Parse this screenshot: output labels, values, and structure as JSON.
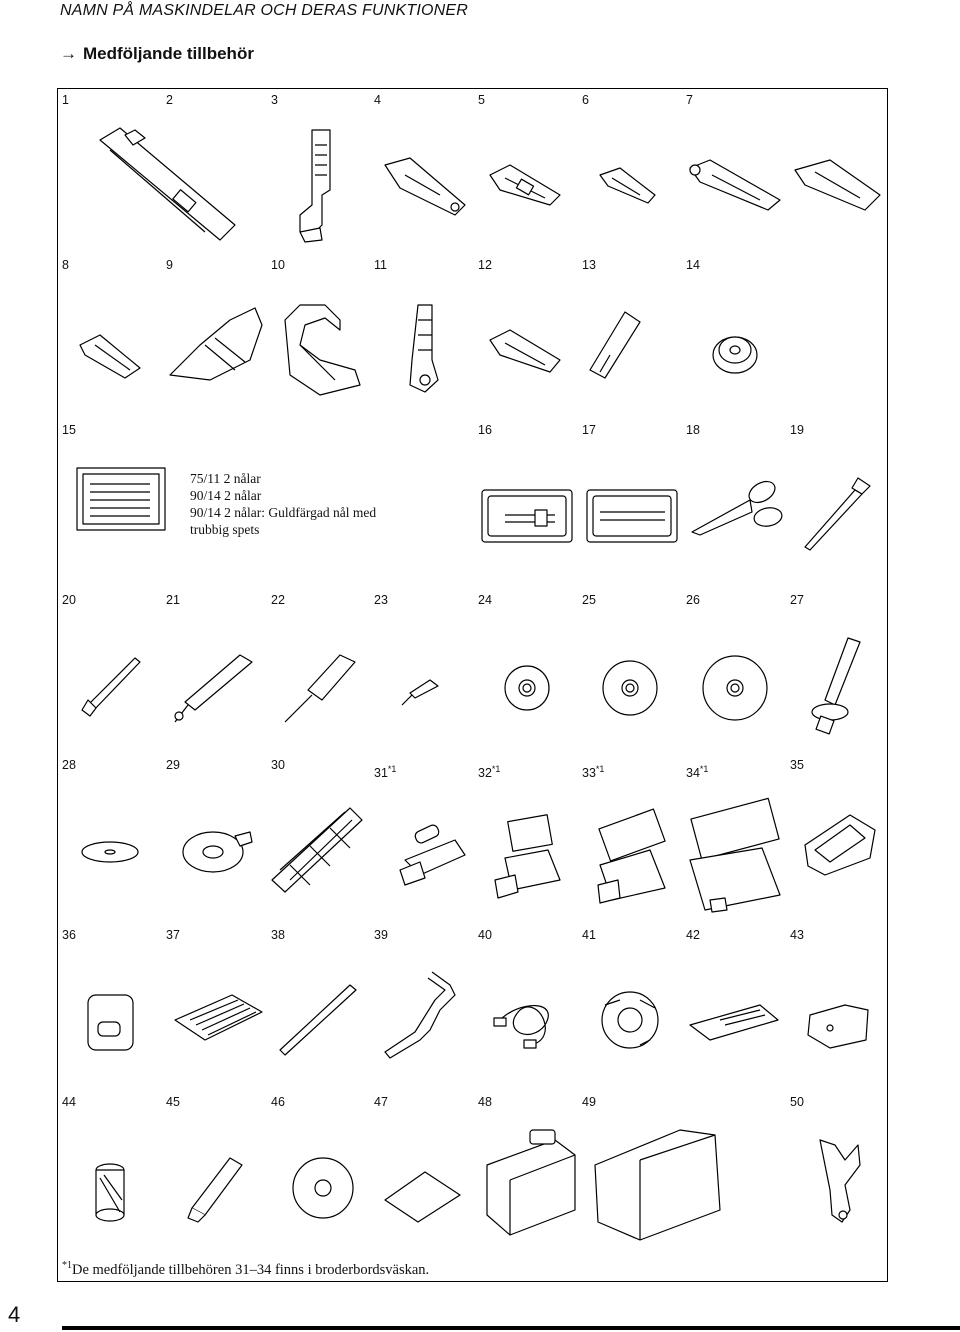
{
  "header": {
    "running_title": "NAMN PÅ MASKINDELAR OCH DERAS FUNKTIONER"
  },
  "section": {
    "arrow": "→",
    "title": "Medföljande tillbehör"
  },
  "needles_text": [
    "75/11 2 nålar",
    "90/14 2 nålar",
    "90/14 2 nålar: Guldfärgad nål med",
    "trubbig spets"
  ],
  "footnote": {
    "mark": "*1",
    "text": "De medföljande tillbehören 31–34 finns i broderbordsväskan."
  },
  "page_number": "4",
  "items": [
    {
      "n": "1"
    },
    {
      "n": "2"
    },
    {
      "n": "3"
    },
    {
      "n": "4"
    },
    {
      "n": "5"
    },
    {
      "n": "6"
    },
    {
      "n": "7"
    },
    {
      "n": "8"
    },
    {
      "n": "9"
    },
    {
      "n": "10"
    },
    {
      "n": "11"
    },
    {
      "n": "12"
    },
    {
      "n": "13"
    },
    {
      "n": "14"
    },
    {
      "n": "15"
    },
    {
      "n": "16"
    },
    {
      "n": "17"
    },
    {
      "n": "18"
    },
    {
      "n": "19"
    },
    {
      "n": "20"
    },
    {
      "n": "21"
    },
    {
      "n": "22"
    },
    {
      "n": "23"
    },
    {
      "n": "24"
    },
    {
      "n": "25"
    },
    {
      "n": "26"
    },
    {
      "n": "27"
    },
    {
      "n": "28"
    },
    {
      "n": "29"
    },
    {
      "n": "30"
    },
    {
      "n": "31",
      "sup": "*1"
    },
    {
      "n": "32",
      "sup": "*1"
    },
    {
      "n": "33",
      "sup": "*1"
    },
    {
      "n": "34",
      "sup": "*1"
    },
    {
      "n": "35"
    },
    {
      "n": "36"
    },
    {
      "n": "37"
    },
    {
      "n": "38"
    },
    {
      "n": "39"
    },
    {
      "n": "40"
    },
    {
      "n": "41"
    },
    {
      "n": "42"
    },
    {
      "n": "43"
    },
    {
      "n": "44"
    },
    {
      "n": "45"
    },
    {
      "n": "46"
    },
    {
      "n": "47"
    },
    {
      "n": "48"
    },
    {
      "n": "49"
    },
    {
      "n": "50"
    }
  ]
}
